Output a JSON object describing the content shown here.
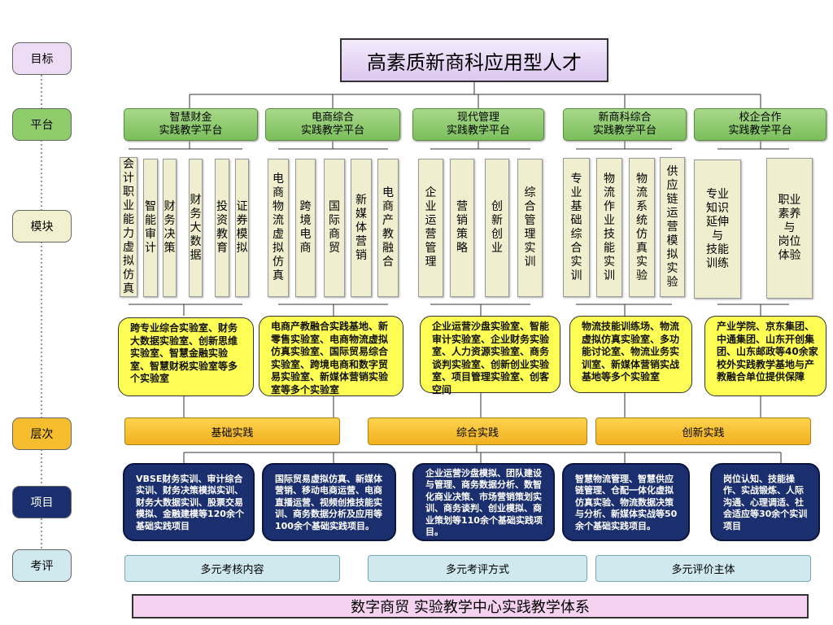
{
  "title": "高素质新商科应用型人才",
  "row_labels": [
    {
      "label": "目标",
      "color": "#ecdcf4"
    },
    {
      "label": "平台",
      "color": "#8fcc6a"
    },
    {
      "label": "模块",
      "color": "#f1f1d0"
    },
    {
      "label": "层次",
      "color": "#f6be2e"
    },
    {
      "label": "项目",
      "color": "#1b2f6e"
    },
    {
      "label": "考评",
      "color": "#cfe9ef"
    }
  ],
  "platforms": [
    "智慧财金\n实践教学平台",
    "电商综合\n实践教学平台",
    "现代管理\n实践教学平台",
    "新商科综合\n实践教学平台",
    "校企合作\n实践教学平台"
  ],
  "modules": [
    [
      "会计职业能力虚拟仿真",
      "智能审计",
      "财务决策",
      "财务大数据",
      "投资教育",
      "证券模拟"
    ],
    [
      "电商物流虚拟仿真",
      "跨境电商",
      "国际商贸",
      "新媒体营销",
      "电商产教融合"
    ],
    [
      "企业运营管理",
      "营销策略",
      "创新创业",
      "综合管理实训"
    ],
    [
      "专业基础综合实训",
      "物流作业技能实训",
      "物流系统仿真实验",
      "供应链运营模拟实验"
    ],
    [
      "专业\n知识\n延伸\n与\n技能\n训练",
      "职业\n素养\n与\n岗位\n体验"
    ]
  ],
  "labs": [
    "跨专业综合实验室、财务大数据实验室、创新思维实验室、智慧金融实验室、智慧财税实验室等多个实验室",
    "电商产教融合实践基地、新零售实验室、电商物流虚拟仿真实验室、国际贸易综合实验室、跨境电商和数字贸易实验室、新媒体营销实验室等多个实验室",
    "企业运营沙盘实验室、智能审计实验室、企业财务实验室、人力资源实验室、商务谈判实验室、创新创业实验室、项目管理实验室、创客空间",
    "物流技能训练场、物流虚拟仿真实验室、多功能讨论室、物流业务实训室、新媒体营销实战基地等多个实验室",
    "产业学院、京东集团、中通集团、山东开创集团、山东邮政等40余家校外实践教学基地与产教融合单位提供保障"
  ],
  "levels": [
    "基础实践",
    "综合实践",
    "创新实践"
  ],
  "projects": [
    "VBSE财务实训、审计综合实训、财务决策模拟实训、财务大数据实训、股票交易模拟、金融建模等120余个基础实践项目",
    "国际贸易虚拟仿真、新媒体营销、移动电商运营、电商直播运营、视频创推技能实训、商务数据分析及应用等100余个基础实践项目。",
    "企业运营沙盘模拟、团队建设与管理、商务数据分析、数智化商业决策、市场营销策划实训、商务谈判、创业模拟、商业策划等110余个基础实践项目。",
    "智慧物流管理、智慧供应链管理、仓配一体化虚拟仿真实验、物流数据决策与分析、新媒体实战等50余个基础实践项目。",
    "岗位认知、技能操作、实战锻炼、人际沟通、心理调适、社会适应等30余个实训项目"
  ],
  "evaluations": [
    "多元考核内容",
    "多元考评方式",
    "多元评价主体"
  ],
  "footer": "数字商贸 实验教学中心实践教学体系"
}
